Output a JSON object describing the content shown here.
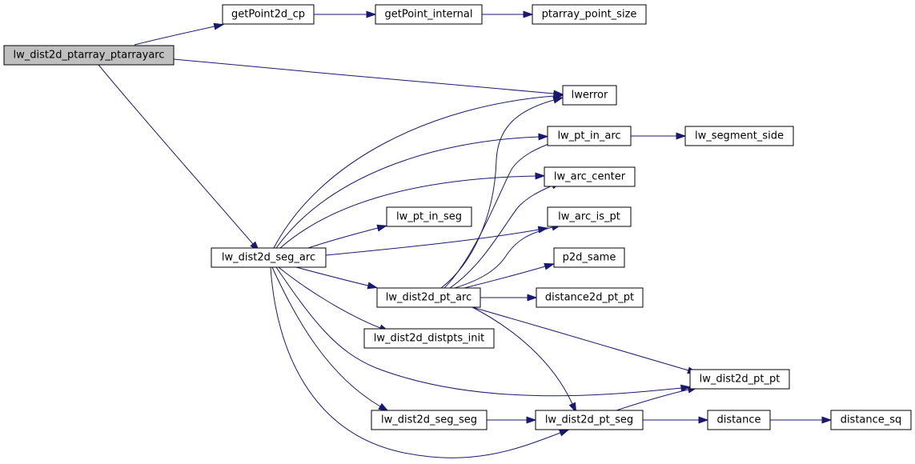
{
  "graph": {
    "root": "lw_dist2d_ptarray_ptarrayarc",
    "colors": {
      "edge": "#191970",
      "root_fill": "#bfbfbf",
      "node_fill": "#ffffff",
      "node_border": "#000000"
    },
    "nodes": {
      "root": "lw_dist2d_ptarray_ptarrayarc",
      "getPoint2d_cp": "getPoint2d_cp",
      "getPoint_internal": "getPoint_internal",
      "ptarray_point_size": "ptarray_point_size",
      "lwerror": "lwerror",
      "lw_pt_in_arc": "lw_pt_in_arc",
      "lw_segment_side": "lw_segment_side",
      "lw_arc_center": "lw_arc_center",
      "lw_pt_in_seg": "lw_pt_in_seg",
      "lw_arc_is_pt": "lw_arc_is_pt",
      "lw_dist2d_seg_arc": "lw_dist2d_seg_arc",
      "p2d_same": "p2d_same",
      "lw_dist2d_pt_arc": "lw_dist2d_pt_arc",
      "distance2d_pt_pt": "distance2d_pt_pt",
      "lw_dist2d_distpts_init": "lw_dist2d_distpts_init",
      "lw_dist2d_pt_pt": "lw_dist2d_pt_pt",
      "lw_dist2d_seg_seg": "lw_dist2d_seg_seg",
      "lw_dist2d_pt_seg": "lw_dist2d_pt_seg",
      "distance": "distance",
      "distance_sq": "distance_sq"
    },
    "edges": [
      [
        "root",
        "getPoint2d_cp"
      ],
      [
        "getPoint2d_cp",
        "getPoint_internal"
      ],
      [
        "getPoint_internal",
        "ptarray_point_size"
      ],
      [
        "root",
        "lwerror"
      ],
      [
        "root",
        "lw_dist2d_seg_arc"
      ],
      [
        "lw_dist2d_seg_arc",
        "lwerror"
      ],
      [
        "lw_dist2d_seg_arc",
        "lw_pt_in_arc"
      ],
      [
        "lw_dist2d_seg_arc",
        "lw_arc_center"
      ],
      [
        "lw_dist2d_seg_arc",
        "lw_pt_in_seg"
      ],
      [
        "lw_dist2d_seg_arc",
        "lw_arc_is_pt"
      ],
      [
        "lw_dist2d_seg_arc",
        "lw_dist2d_pt_arc"
      ],
      [
        "lw_dist2d_seg_arc",
        "lw_dist2d_distpts_init"
      ],
      [
        "lw_dist2d_seg_arc",
        "lw_dist2d_pt_pt"
      ],
      [
        "lw_dist2d_seg_arc",
        "lw_dist2d_seg_seg"
      ],
      [
        "lw_dist2d_seg_arc",
        "lw_dist2d_pt_seg"
      ],
      [
        "lw_pt_in_arc",
        "lw_segment_side"
      ],
      [
        "lw_dist2d_pt_arc",
        "lwerror"
      ],
      [
        "lw_dist2d_pt_arc",
        "lw_pt_in_arc"
      ],
      [
        "lw_dist2d_pt_arc",
        "lw_arc_center"
      ],
      [
        "lw_dist2d_pt_arc",
        "lw_arc_is_pt"
      ],
      [
        "lw_dist2d_pt_arc",
        "p2d_same"
      ],
      [
        "lw_dist2d_pt_arc",
        "distance2d_pt_pt"
      ],
      [
        "lw_dist2d_pt_arc",
        "lw_dist2d_pt_pt"
      ],
      [
        "lw_dist2d_pt_arc",
        "lw_dist2d_pt_seg"
      ],
      [
        "lw_dist2d_seg_seg",
        "lw_dist2d_pt_seg"
      ],
      [
        "lw_dist2d_pt_seg",
        "lw_dist2d_pt_pt"
      ],
      [
        "lw_dist2d_pt_seg",
        "distance"
      ],
      [
        "distance",
        "distance_sq"
      ]
    ]
  }
}
